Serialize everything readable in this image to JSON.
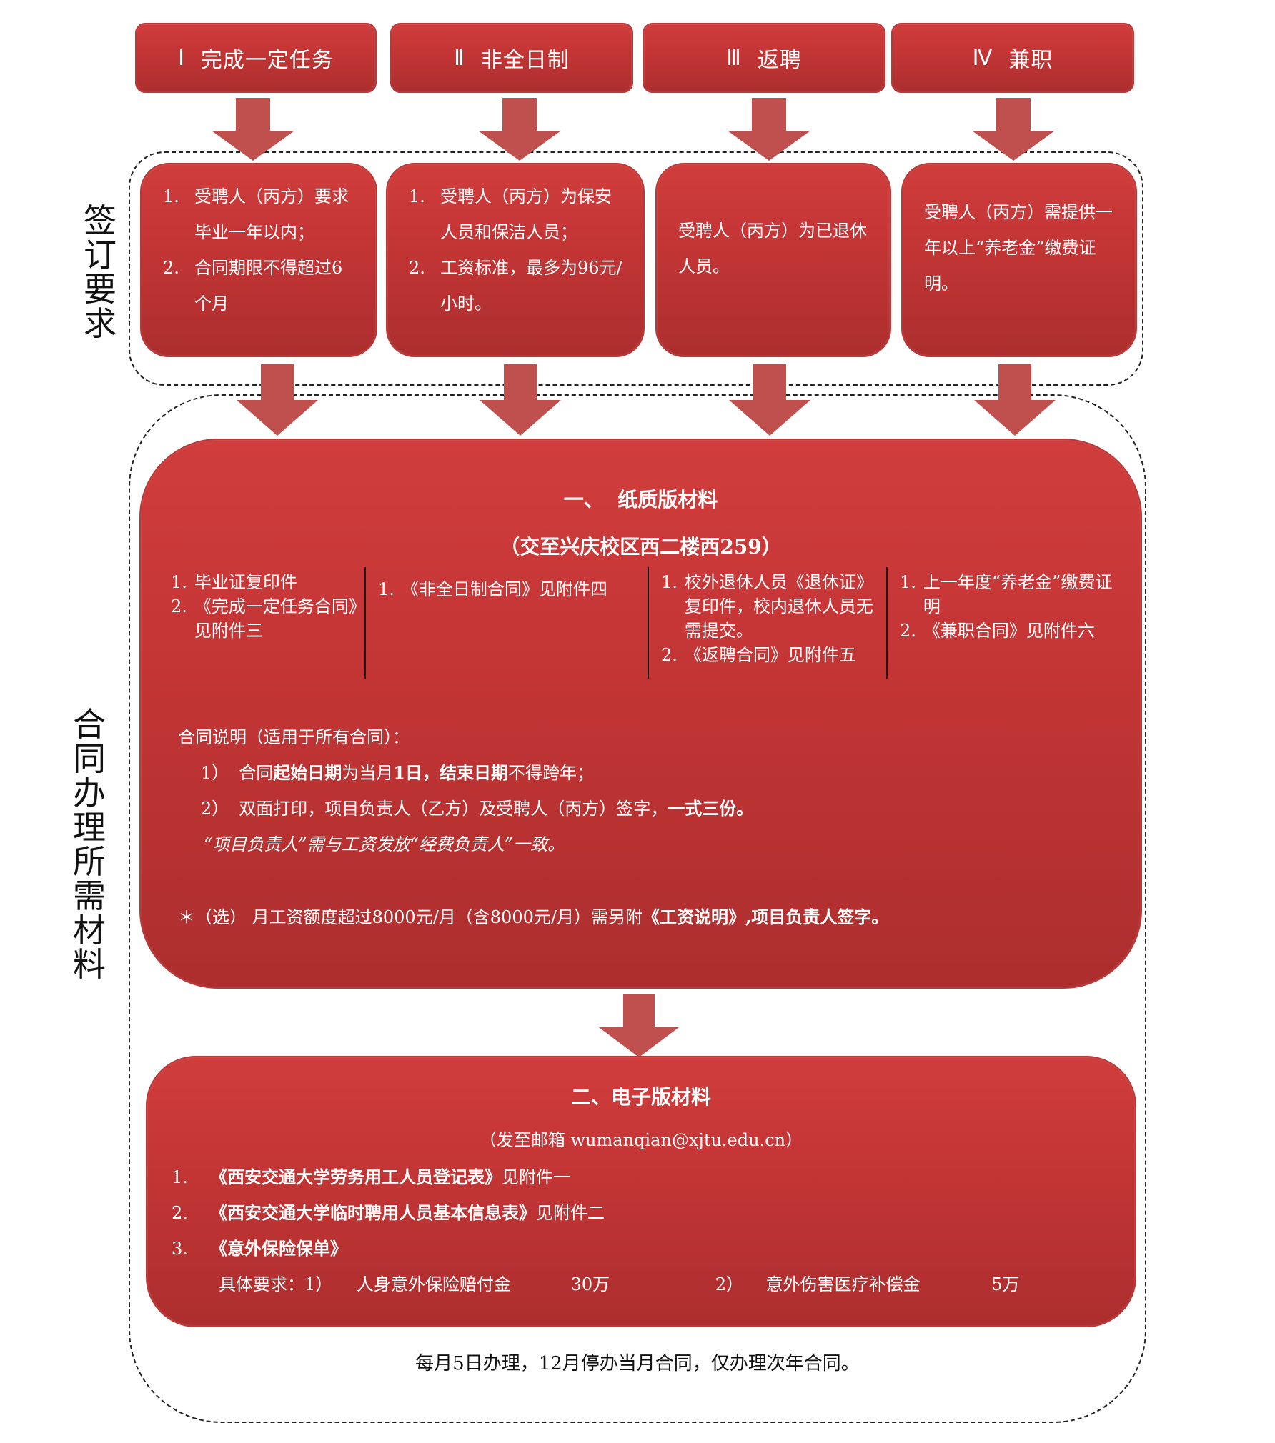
{
  "colors": {
    "box_red": "#c63636",
    "arrow_red": "#c0504d",
    "text_light": "#ffffff",
    "dash": "#222222"
  },
  "categories": [
    {
      "numeral": "Ⅰ",
      "name": "完成一定任务"
    },
    {
      "numeral": "Ⅱ",
      "name": "非全日制"
    },
    {
      "numeral": "Ⅲ",
      "name": "返聘"
    },
    {
      "numeral": "Ⅳ",
      "name": "兼职"
    }
  ],
  "signing": {
    "label": "签订要求",
    "boxes": [
      {
        "items": [
          {
            "n": "1.",
            "t": "受聘人（丙方）要求毕业一年以内；"
          },
          {
            "n": "2.",
            "t": "合同期限不得超过6个月"
          }
        ]
      },
      {
        "items": [
          {
            "n": "1.",
            "t": "受聘人（丙方）为保安人员和保洁人员；"
          },
          {
            "n": "2.",
            "t": "工资标准，最多为96元/小时。"
          }
        ]
      },
      {
        "text": "受聘人（丙方）为已退休人员。"
      },
      {
        "text": "受聘人（丙方）需提供一年以上“养老金”缴费证明。"
      }
    ]
  },
  "materials": {
    "label": "合同办理所需材料",
    "paper": {
      "title": "一、  纸质版材料",
      "subtitle": "（交至兴庆校区西二楼西259）",
      "columns": [
        [
          {
            "n": "1.",
            "t": "毕业证复印件"
          },
          {
            "n": "2.",
            "t": "《完成一定任务合同》见附件三"
          }
        ],
        [
          {
            "n": "1.",
            "t": "《非全日制合同》见附件四"
          }
        ],
        [
          {
            "n": "1.",
            "t": "校外退休人员《退休证》复印件，校内退休人员无需提交。"
          },
          {
            "n": "2.",
            "t": "《返聘合同》见附件五"
          }
        ],
        [
          {
            "n": "1.",
            "t": "上一年度“养老金”缴费证明"
          },
          {
            "n": "2.",
            "t": "《兼职合同》见附件六"
          }
        ]
      ],
      "notes_title": "合同说明（适用于所有合同）：",
      "note1": {
        "n": "1）",
        "a": "合同",
        "b": "起始日期",
        "c": "为当月",
        "d": "1日，",
        "e": "结束日期",
        "f": "不得跨年；"
      },
      "note2": {
        "n": "2）",
        "a": "双面打印，项目负责人（乙方）及受聘人（丙方）签字，",
        "b": "一式三份。"
      },
      "note3": "“项目负责人”需与工资发放“经费负责人”一致。",
      "optional": {
        "a": "＊（选）  月工资额度超过8000元/月（含8000元/月）需另附",
        "b": "《工资说明》,项目负责人签字。"
      }
    },
    "electronic": {
      "title": "二、电子版材料",
      "subtitle": "（发至邮箱 wumanqian@xjtu.edu.cn）",
      "items": [
        {
          "n": "1.",
          "bold": "《西安交通大学劳务用工人员登记表》",
          "rest": "见附件一"
        },
        {
          "n": "2.",
          "bold": "《西安交通大学临时聘用人员基本信息表》",
          "rest": "见附件二"
        },
        {
          "n": "3.",
          "bold": "《意外保险保单》",
          "rest": ""
        }
      ],
      "req_label": "具体要求：1）",
      "req1_name": "人身意外保险赔付金",
      "req1_value": "30万",
      "req2_label": "2）",
      "req2_name": "意外伤害医疗补偿金",
      "req2_value": "5万"
    }
  },
  "footer": "每月5日办理，12月停办当月合同，仅办理次年合同。"
}
